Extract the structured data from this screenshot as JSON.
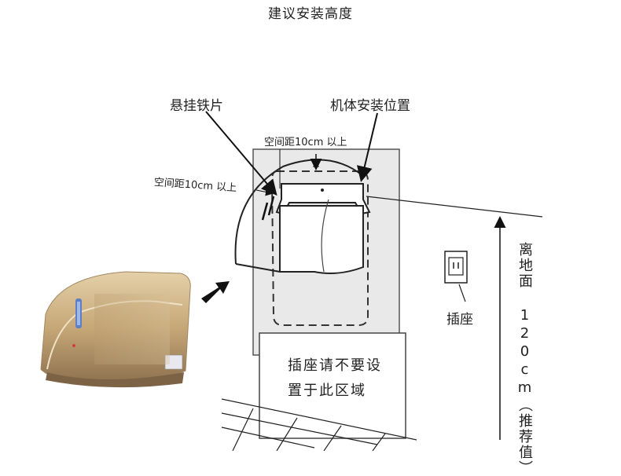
{
  "title": "建议安装高度",
  "labels": {
    "bracket": "悬挂铁片",
    "body_position": "机体安装位置",
    "clearance_top": "空间距10cm 以上",
    "clearance_side": "空间距10cm 以上",
    "socket": "插座",
    "no_socket_line1": "插座请不要设",
    "no_socket_line2": "置于此区域",
    "height": "离地面 120cm（推荐值）"
  }
}
